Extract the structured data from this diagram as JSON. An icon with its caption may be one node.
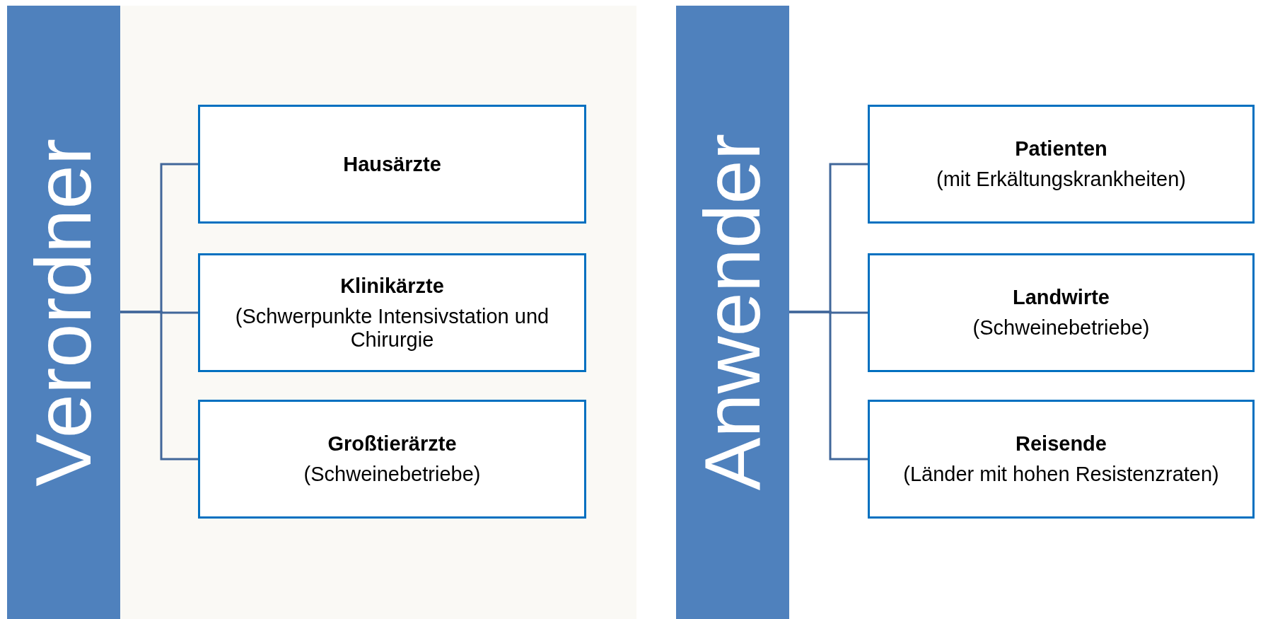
{
  "diagram": {
    "nodes": [
      {
        "text": [
          "Verordner"
        ]
      },
      {
        "text": [
          "Hausärzte"
        ]
      },
      {
        "text": [
          "Klinikärzte",
          "(Schwerpunkte Intensivstation und Chirurgie"
        ]
      },
      {
        "text": [
          "Großtierärzte",
          "(Schweinebetriebe)"
        ]
      },
      {
        "text": [
          "Anwender"
        ]
      },
      {
        "text": [
          "Patienten",
          "(mit Erkältungskrankheiten)"
        ]
      },
      {
        "text": [
          "Landwirte",
          "(Schweinebetriebe)"
        ]
      },
      {
        "text": [
          "Reisende",
          "(Länder mit hohen Resistenzraten)"
        ]
      }
    ],
    "edges": [
      {
        "from": 0,
        "to": 1,
        "arrow": "none"
      },
      {
        "from": 0,
        "to": 2,
        "arrow": "none"
      },
      {
        "from": 0,
        "to": 3,
        "arrow": "none"
      },
      {
        "from": 4,
        "to": 5,
        "arrow": "none"
      },
      {
        "from": 4,
        "to": 6,
        "arrow": "none"
      },
      {
        "from": 4,
        "to": 7,
        "arrow": "none"
      }
    ]
  }
}
